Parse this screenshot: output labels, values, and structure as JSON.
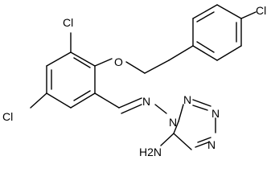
{
  "molecule": {
    "atoms": {
      "cl_top": "Cl",
      "cl_right": "Cl",
      "cl_left": "Cl",
      "oxygen": "O",
      "imine_n": "N",
      "tetrazole_n1": "N",
      "tetrazole_n2": "N",
      "tetrazole_n3": "N",
      "tetrazole_n4": "N",
      "amine": "H2N"
    }
  }
}
